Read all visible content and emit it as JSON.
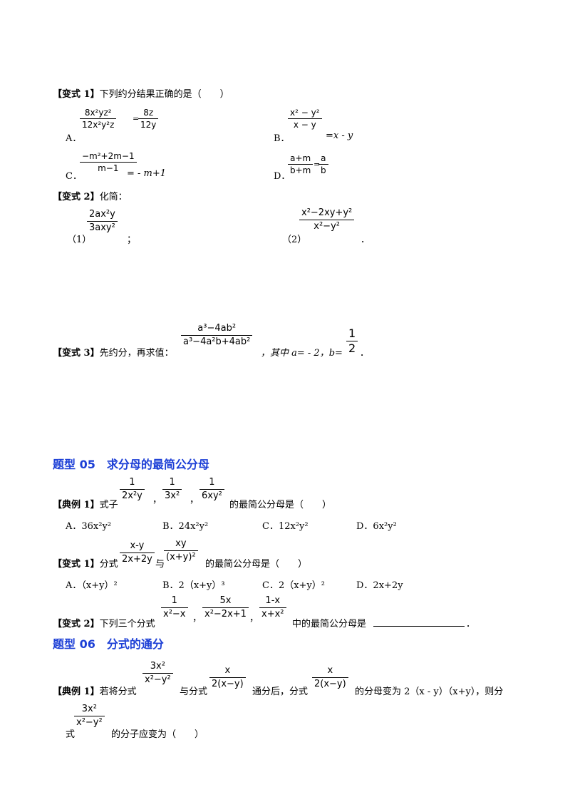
{
  "v1": {
    "tag": "【变式 1】",
    "question": "下列约分结果正确的是（　　）",
    "A": {
      "label": "A．",
      "num": "8x²yz²",
      "den": "12x²y²z",
      "eq": "=",
      "rnum": "8z",
      "rden": "12y"
    },
    "B": {
      "label": "B．",
      "num": "x² − y²",
      "den": "x − y",
      "eq": "=x - y"
    },
    "C": {
      "label": "C．",
      "num": "−m²+2m−1",
      "den": "m−1",
      "eq": "= - m+1"
    },
    "D": {
      "label": "D．",
      "num": "a+m",
      "den": "b+m",
      "eq": "=",
      "rnum": "a",
      "rden": "b"
    }
  },
  "v2": {
    "tag": "【变式 2】",
    "question": "化简：",
    "p1": {
      "label": "（1）",
      "num": "2ax²y",
      "den": "3axy²",
      "end": "；"
    },
    "p2": {
      "label": "（2）",
      "num": "x²−2xy+y²",
      "den": "x²−y²",
      "end": "．"
    }
  },
  "v3": {
    "tag": "【变式 3】",
    "text1": "先约分，再求值：",
    "num": "a³−4ab²",
    "den": "a³−4a²b+4ab²",
    "text2": "，其中 a= - 2，b=",
    "bnum": "1",
    "bden": "2",
    "end": "．"
  },
  "h05": "题型 05　求分母的最简公分母",
  "ex1": {
    "tag": "【典例 1】",
    "pre": "式子",
    "f1": {
      "num": "1",
      "den": "2x²y"
    },
    "f2": {
      "num": "1",
      "den": "3x²"
    },
    "f3": {
      "num": "1",
      "den": "6xy²"
    },
    "comma": "，",
    "post": "的最简公分母是（　　）",
    "A": "A．36x²y²",
    "B": "B．24x²y²",
    "C": "C．12x²y²",
    "D": "D．6x²y²"
  },
  "b1": {
    "tag": "【变式 1】",
    "pre": "分式",
    "f1": {
      "num": "x-y",
      "den": "2x+2y"
    },
    "mid": "与",
    "f2": {
      "num": "xy",
      "den": "(x+y)²"
    },
    "post": "的最简公分母是（　　）",
    "A": "A．（x+y）²",
    "B": "B．2（x+y）³",
    "C": "C．2（x+y）²",
    "D": "D．2x+2y"
  },
  "b2": {
    "tag": "【变式 2】",
    "pre": "下列三个分式",
    "f1": {
      "num": "1",
      "den": "x²−x"
    },
    "f2": {
      "num": "5x",
      "den": "x²−2x+1"
    },
    "f3": {
      "num": "1-x",
      "den": "x+x²"
    },
    "comma": "，",
    "post": "中的最简公分母是",
    "end": "．"
  },
  "h06": "题型 06　分式的通分",
  "ex2": {
    "tag": "【典例 1】",
    "t1": "若将分式",
    "f1": {
      "num": "3x²",
      "den": "x²−y²"
    },
    "t2": "与分式",
    "f2": {
      "num": "x",
      "den": "2(x−y)"
    },
    "t3": "通分后，分式",
    "f3": {
      "num": "x",
      "den": "2(x−y)"
    },
    "t4": "的分母变为 2（x - y）（x+y），则分",
    "t5": "式",
    "f4": {
      "num": "3x²",
      "den": "x²−y²"
    },
    "t6": "的分子应变为（　　）"
  }
}
